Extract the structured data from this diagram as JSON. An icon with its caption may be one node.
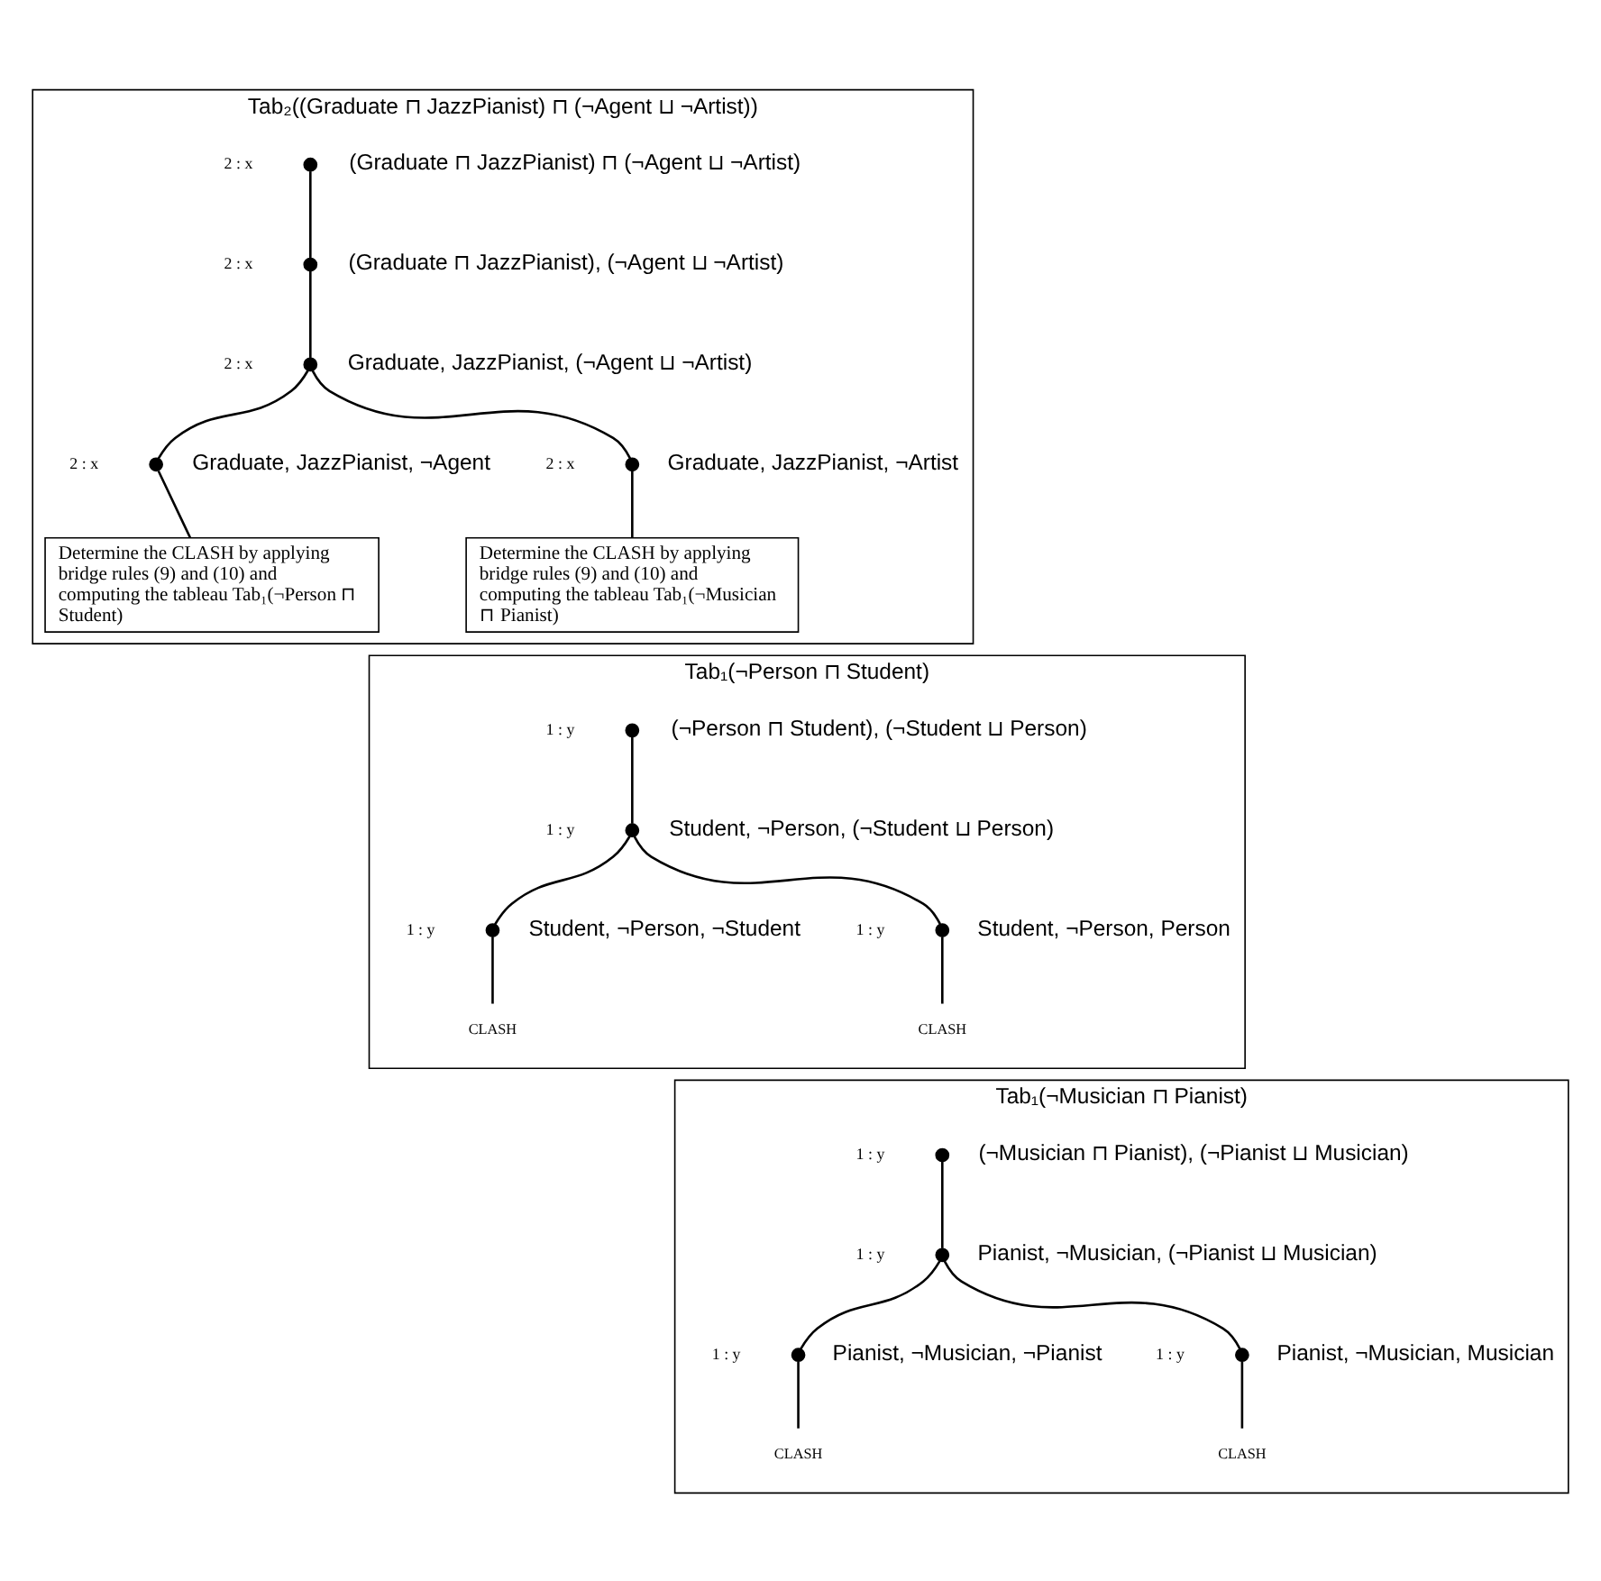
{
  "diagram": {
    "nodes": [
      {
        "text": [
          "Tab₂((Graduate ⊓ JazzPianist) ⊓ (¬Agent ⊔ ¬Artist))"
        ]
      },
      {
        "text": [],
        "shape": "circle",
        "in": 0,
        "beside": [
          "2 : x",
          "(Graduate ⊓ JazzPianist) ⊓ (¬Agent ⊔ ¬Artist)"
        ]
      },
      {
        "text": [],
        "shape": "circle",
        "in": 0,
        "beside": [
          "2 : x",
          "(Graduate ⊓ JazzPianist), (¬Agent ⊔ ¬Artist)"
        ]
      },
      {
        "text": [],
        "shape": "circle",
        "in": 0,
        "beside": [
          "2 : x",
          "Graduate, JazzPianist, (¬Agent ⊔ ¬Artist)"
        ]
      },
      {
        "text": [],
        "shape": "circle",
        "in": 0,
        "beside": [
          "2 : x",
          "Graduate, JazzPianist, ¬Agent"
        ]
      },
      {
        "text": [],
        "shape": "circle",
        "in": 0,
        "beside": [
          "2 : x",
          "Graduate, JazzPianist, ¬Artist"
        ]
      },
      {
        "text": [
          "Determine the CLASH by applying bridge rules (9) and (10) and computing the tableau Tab₁(¬Person ⊓ Student)"
        ],
        "in": 0
      },
      {
        "text": [
          "Determine the CLASH by applying bridge rules (9) and (10) and computing the tableau Tab₁(¬Musician ⊓ Pianist)"
        ],
        "in": 0
      },
      {
        "text": [
          "Tab₁(¬Person ⊓ Student)"
        ]
      },
      {
        "text": [],
        "shape": "circle",
        "in": 8,
        "beside": [
          "1 : y",
          "(¬Person ⊓ Student), (¬Student ⊔ Person)"
        ]
      },
      {
        "text": [],
        "shape": "circle",
        "in": 8,
        "beside": [
          "1 : y",
          "Student, ¬Person, (¬Student ⊔ Person)"
        ]
      },
      {
        "text": [],
        "shape": "circle",
        "in": 8,
        "beside": [
          "1 : y",
          "Student, ¬Person, ¬Student"
        ]
      },
      {
        "text": [],
        "shape": "circle",
        "in": 8,
        "beside": [
          "1 : y",
          "Student, ¬Person, Person"
        ]
      },
      {
        "text": [
          "CLASH"
        ],
        "in": 8
      },
      {
        "text": [
          "CLASH"
        ],
        "in": 8
      },
      {
        "text": [
          "Tab₁(¬Musician ⊓ Pianist)"
        ]
      },
      {
        "text": [],
        "shape": "circle",
        "in": 15,
        "beside": [
          "1 : y",
          "(¬Musician ⊓ Pianist), (¬Pianist ⊔ Musician)"
        ]
      },
      {
        "text": [],
        "shape": "circle",
        "in": 15,
        "beside": [
          "1 : y",
          "Pianist, ¬Musician, (¬Pianist ⊔ Musician)"
        ]
      },
      {
        "text": [],
        "shape": "circle",
        "in": 15,
        "beside": [
          "1 : y",
          "Pianist, ¬Musician, ¬Pianist"
        ]
      },
      {
        "text": [],
        "shape": "circle",
        "in": 15,
        "beside": [
          "1 : y",
          "Pianist, ¬Musician, Musician"
        ]
      },
      {
        "text": [
          "CLASH"
        ],
        "in": 15
      },
      {
        "text": [
          "CLASH"
        ],
        "in": 15
      }
    ],
    "edges": [
      {
        "from": 1,
        "to": 2,
        "arrow": "none"
      },
      {
        "from": 2,
        "to": 3,
        "arrow": "none"
      },
      {
        "from": 3,
        "to": 4,
        "arrow": "none"
      },
      {
        "from": 3,
        "to": 5,
        "arrow": "none"
      },
      {
        "from": 4,
        "to": 6,
        "arrow": "none"
      },
      {
        "from": 5,
        "to": 7,
        "arrow": "none"
      },
      {
        "from": 9,
        "to": 10,
        "arrow": "none"
      },
      {
        "from": 10,
        "to": 11,
        "arrow": "none"
      },
      {
        "from": 10,
        "to": 12,
        "arrow": "none"
      },
      {
        "from": 11,
        "to": 13,
        "arrow": "none"
      },
      {
        "from": 12,
        "to": 14,
        "arrow": "none"
      },
      {
        "from": 16,
        "to": 17,
        "arrow": "none"
      },
      {
        "from": 17,
        "to": 18,
        "arrow": "none"
      },
      {
        "from": 17,
        "to": 19,
        "arrow": "none"
      },
      {
        "from": 18,
        "to": 20,
        "arrow": "none"
      },
      {
        "from": 19,
        "to": 21,
        "arrow": "none"
      }
    ]
  }
}
